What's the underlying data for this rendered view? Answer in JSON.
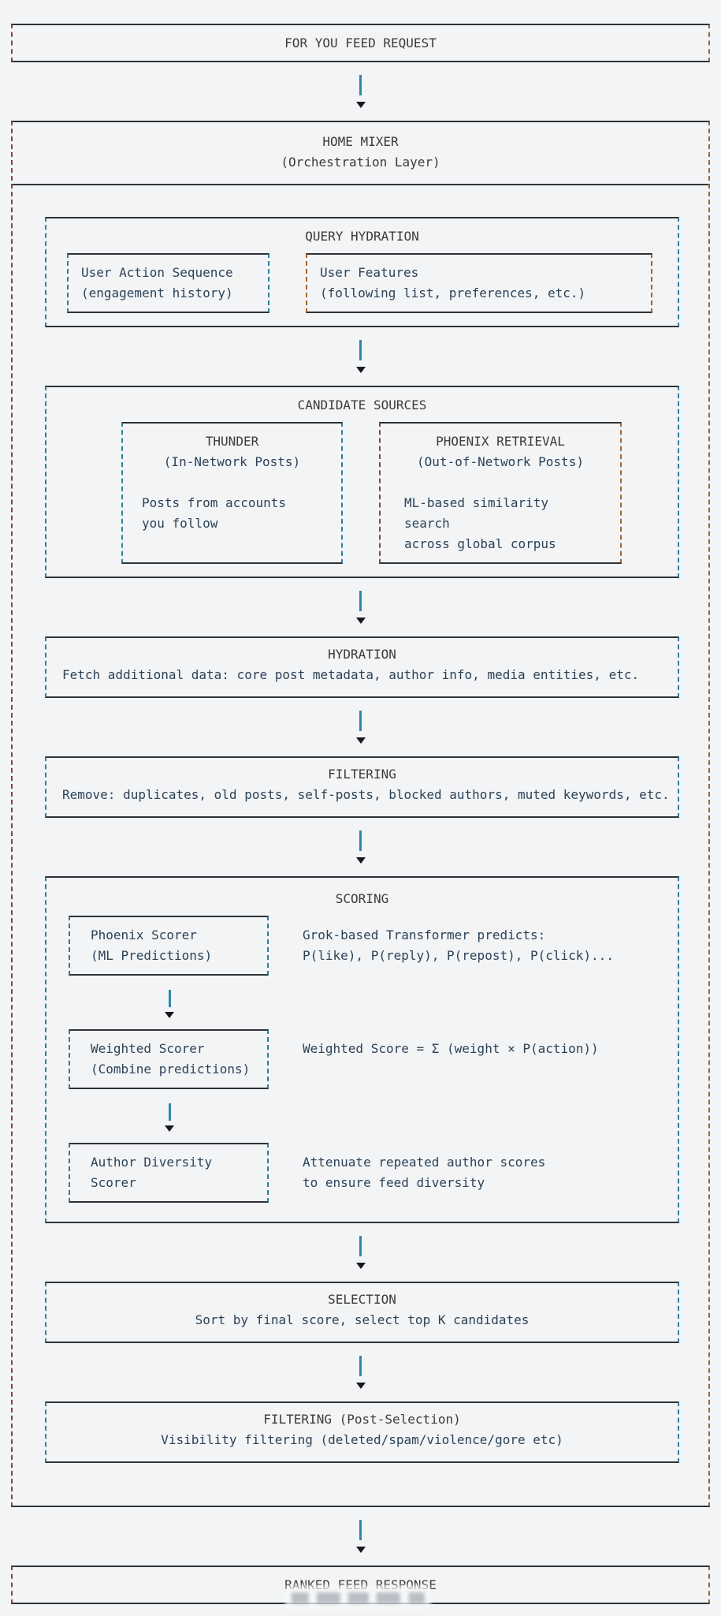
{
  "palette": {
    "background": "#f2f4f6",
    "line_solid": "#2f3237",
    "side_teal": "#2e7f9e",
    "side_maroon": "#8a4440",
    "side_orange": "#a2662c",
    "arrow_line": "#2e86ab",
    "arrow_head": "#17191d",
    "title_text": "#3f3a35",
    "body_text": "#2c4257"
  },
  "request": {
    "title": "FOR YOU FEED REQUEST"
  },
  "home_mixer": {
    "title": "HOME MIXER",
    "subtitle": "(Orchestration Layer)"
  },
  "query_hydration": {
    "title": "QUERY HYDRATION",
    "user_action_sequence": {
      "line1": "User Action Sequence",
      "line2": "(engagement history)"
    },
    "user_features": {
      "line1": "User Features",
      "line2": "(following list, preferences, etc.)"
    }
  },
  "candidate_sources": {
    "title": "CANDIDATE SOURCES",
    "thunder": {
      "name": "THUNDER",
      "subtitle": "(In-Network Posts)",
      "desc_line1": "Posts from accounts",
      "desc_line2": "you follow"
    },
    "phoenix_retrieval": {
      "name": "PHOENIX RETRIEVAL",
      "subtitle": "(Out-of-Network Posts)",
      "desc_line1": "ML-based similarity search",
      "desc_line2": "across global corpus"
    }
  },
  "hydration": {
    "title": "HYDRATION",
    "body": "Fetch additional data: core post metadata, author info, media entities, etc."
  },
  "filtering": {
    "title": "FILTERING",
    "body": "Remove: duplicates, old posts, self-posts, blocked authors, muted keywords, etc."
  },
  "scoring": {
    "title": "SCORING",
    "phoenix_scorer": {
      "line1": "Phoenix Scorer",
      "line2": "(ML Predictions)",
      "desc_line1": "Grok-based Transformer predicts:",
      "desc_line2": "P(like), P(reply), P(repost), P(click)..."
    },
    "weighted_scorer": {
      "line1": "Weighted Scorer",
      "line2": "(Combine predictions)",
      "desc_line1": "Weighted Score = Σ (weight × P(action))"
    },
    "author_diversity_scorer": {
      "line1": "Author Diversity",
      "line2": "Scorer",
      "desc_line1": "Attenuate repeated author scores",
      "desc_line2": "to ensure feed diversity"
    }
  },
  "selection": {
    "title": "SELECTION",
    "body": "Sort by final score, select top K candidates"
  },
  "filtering_post_selection": {
    "title": "FILTERING (Post-Selection)",
    "body": "Visibility filtering (deleted/spam/violence/gore etc)"
  },
  "response": {
    "title": "RANKED FEED RESPONSE"
  }
}
